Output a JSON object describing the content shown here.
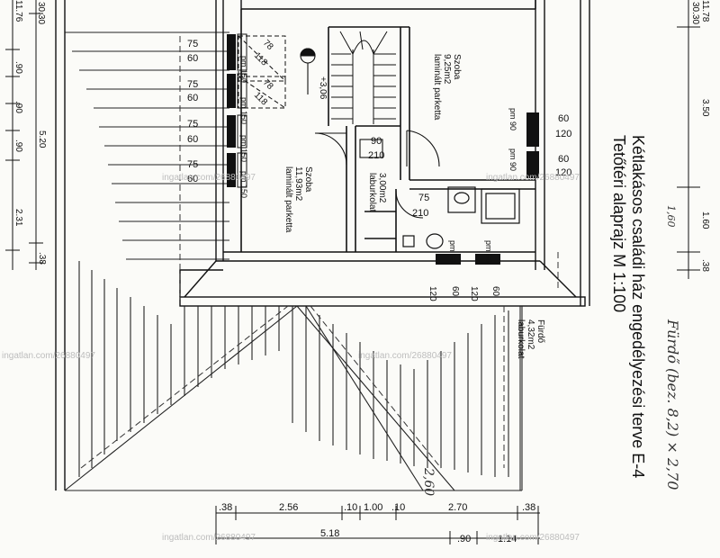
{
  "title": {
    "line1": "Kétlakásos családi ház engedélyezési terve E-4",
    "line2": "Tetőtéri alaprajz M 1:100"
  },
  "rooms": {
    "szoba_top": {
      "name": "Szoba",
      "area": "9,25m2",
      "floor": "laminált parketta"
    },
    "szoba_left": {
      "name": "Szoba",
      "area": "11,93m2",
      "floor": "laminált parketta"
    },
    "hall": {
      "area": "3,00m2",
      "floor": "laburkolat"
    },
    "furdo": {
      "name": "Fürdő",
      "area": "4,32m2",
      "floor": "laburkolat"
    }
  },
  "openings": {
    "left_windows": [
      {
        "top": "75",
        "bottom": "60"
      },
      {
        "top": "75",
        "bottom": "60"
      },
      {
        "top": "75",
        "bottom": "60"
      },
      {
        "top": "75",
        "bottom": "60"
      }
    ],
    "left_window_pm": [
      "pm 150",
      "pm 150",
      "pm 150",
      "pm 150"
    ],
    "right_windows": [
      {
        "top": "60",
        "bottom": "120",
        "pm": "pm 90"
      },
      {
        "top": "60",
        "bottom": "120",
        "pm": "pm 90"
      }
    ],
    "bottom_windows": [
      {
        "left": "120",
        "right": "60",
        "pm": "pm 90"
      },
      {
        "left": "120",
        "right": "60",
        "pm": "pm 90"
      }
    ],
    "door_90_210": {
      "width": "90",
      "height": "210"
    },
    "door_75_210": {
      "width": "75",
      "height": "210"
    },
    "skylights": [
      "78",
      "118",
      "78",
      "118"
    ],
    "level_mark": "+3,06"
  },
  "dims": {
    "bottom_row1": [
      ".38",
      "2.56",
      ".10",
      "1.00",
      ".10",
      "2.70",
      ".38"
    ],
    "bottom_row2": [
      "5.18",
      ".90",
      "1.14"
    ],
    "left": [
      "11.76",
      ".90",
      ".90",
      ".90",
      "5.20",
      "2.31",
      ".38",
      "30.30"
    ],
    "right": [
      "30.30",
      "11.78",
      "3.50",
      "1.60",
      ".38"
    ]
  },
  "handwriting": {
    "right": "Fürdő (bez. 8,2) × 2,70",
    "middle": "2,60",
    "right_small": "1,60"
  },
  "watermark": "ingatlan.com/26880497"
}
